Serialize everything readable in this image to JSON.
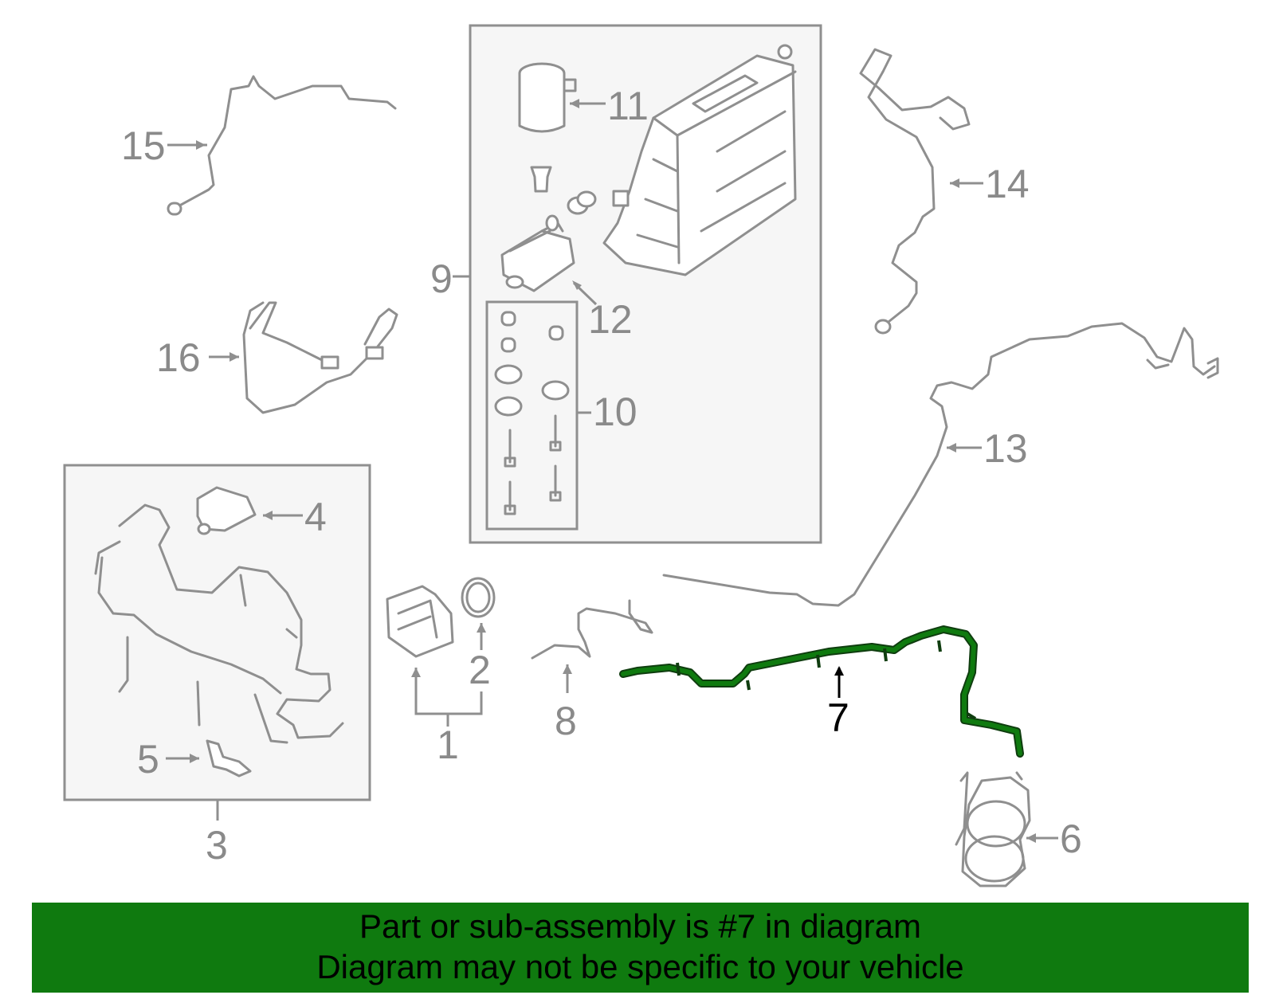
{
  "diagram": {
    "highlighted_part": "7",
    "callouts": {
      "c1": "1",
      "c2": "2",
      "c3": "3",
      "c4": "4",
      "c5": "5",
      "c6": "6",
      "c7": "7",
      "c8": "8",
      "c9": "9",
      "c10": "10",
      "c11": "11",
      "c12": "12",
      "c13": "13",
      "c14": "14",
      "c15": "15",
      "c16": "16"
    },
    "colors": {
      "highlight": "#0f7a0f",
      "line": "#8f8f8f",
      "frame_fill": "#f6f6f6"
    }
  },
  "banner": {
    "line1": "Part or sub-assembly is #7 in diagram",
    "line2": "Diagram may not be specific to your vehicle",
    "background": "#0f7a0f"
  }
}
